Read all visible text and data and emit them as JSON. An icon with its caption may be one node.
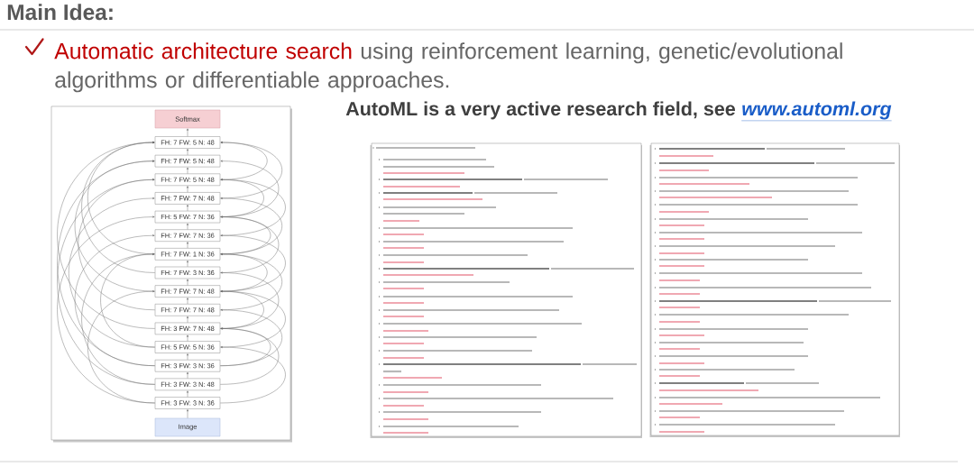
{
  "diagram": {
    "title": "Main Idea:",
    "nodes": [
      {
        "text": [
          "Softmax"
        ]
      },
      {
        "text": [
          "FH: 7 FW: 5 N: 48"
        ]
      },
      {
        "text": [
          "FH: 7 FW: 5 N: 48"
        ]
      },
      {
        "text": [
          "FH: 7 FW: 5 N: 48"
        ]
      },
      {
        "text": [
          "FH: 7 FW: 7 N: 48"
        ]
      },
      {
        "text": [
          "FH: 5 FW: 7 N: 36"
        ]
      },
      {
        "text": [
          "FH: 7 FW: 7 N: 36"
        ]
      },
      {
        "text": [
          "FH: 7 FW: 1 N: 36"
        ]
      },
      {
        "text": [
          "FH: 7 FW: 3 N: 36"
        ]
      },
      {
        "text": [
          "FH: 7 FW: 7 N: 48"
        ]
      },
      {
        "text": [
          "FH: 7 FW: 7 N: 48"
        ]
      },
      {
        "text": [
          "FH: 3 FW: 7 N: 48"
        ]
      },
      {
        "text": [
          "FH: 5 FW: 5 N: 36"
        ]
      },
      {
        "text": [
          "FH: 3 FW: 3 N: 36"
        ]
      },
      {
        "text": [
          "FH: 3 FW: 3 N: 48"
        ]
      },
      {
        "text": [
          "FH: 3 FW: 3 N: 36"
        ]
      },
      {
        "text": [
          "Image"
        ]
      }
    ],
    "edges": [
      {
        "from": 16,
        "to": 15,
        "arrow": "to"
      },
      {
        "from": 15,
        "to": 14,
        "arrow": "to"
      },
      {
        "from": 14,
        "to": 13,
        "arrow": "to"
      },
      {
        "from": 13,
        "to": 12,
        "arrow": "to"
      },
      {
        "from": 12,
        "to": 11,
        "arrow": "to"
      },
      {
        "from": 11,
        "to": 10,
        "arrow": "to"
      },
      {
        "from": 10,
        "to": 9,
        "arrow": "to"
      },
      {
        "from": 9,
        "to": 8,
        "arrow": "to"
      },
      {
        "from": 8,
        "to": 7,
        "arrow": "to"
      },
      {
        "from": 7,
        "to": 6,
        "arrow": "to"
      },
      {
        "from": 6,
        "to": 5,
        "arrow": "to"
      },
      {
        "from": 5,
        "to": 4,
        "arrow": "to"
      },
      {
        "from": 4,
        "to": 3,
        "arrow": "to"
      },
      {
        "from": 3,
        "to": 2,
        "arrow": "to"
      },
      {
        "from": 2,
        "to": 1,
        "arrow": "to"
      },
      {
        "from": 1,
        "to": 0,
        "arrow": "to"
      },
      {
        "from": 15,
        "to": 9,
        "arrow": "to"
      },
      {
        "from": 15,
        "to": 5,
        "arrow": "to"
      },
      {
        "from": 14,
        "to": 7,
        "arrow": "to"
      },
      {
        "from": 14,
        "to": 3,
        "arrow": "to"
      },
      {
        "from": 13,
        "to": 6,
        "arrow": "to"
      },
      {
        "from": 13,
        "to": 2,
        "arrow": "to"
      },
      {
        "from": 12,
        "to": 4,
        "arrow": "to"
      },
      {
        "from": 11,
        "to": 1,
        "arrow": "to"
      },
      {
        "from": 12,
        "to": 7,
        "arrow": "to"
      },
      {
        "from": 10,
        "to": 3,
        "arrow": "to"
      },
      {
        "from": 9,
        "to": 2,
        "arrow": "to"
      },
      {
        "from": 8,
        "to": 1,
        "arrow": "to"
      },
      {
        "from": 7,
        "to": 1,
        "arrow": "to"
      },
      {
        "from": 15,
        "to": 12,
        "arrow": "to"
      },
      {
        "from": 14,
        "to": 11,
        "arrow": "to"
      },
      {
        "from": 13,
        "to": 10,
        "arrow": "to"
      },
      {
        "from": 12,
        "to": 9,
        "arrow": "to"
      },
      {
        "from": 11,
        "to": 8,
        "arrow": "to"
      },
      {
        "from": 10,
        "to": 7,
        "arrow": "to"
      },
      {
        "from": 9,
        "to": 6,
        "arrow": "to"
      },
      {
        "from": 8,
        "to": 5,
        "arrow": "to"
      },
      {
        "from": 7,
        "to": 4,
        "arrow": "to"
      },
      {
        "from": 6,
        "to": 3,
        "arrow": "to"
      },
      {
        "from": 5,
        "to": 2,
        "arrow": "to"
      },
      {
        "from": 4,
        "to": 1,
        "arrow": "to"
      },
      {
        "from": 13,
        "to": 11,
        "arrow": "to"
      },
      {
        "from": 11,
        "to": 9,
        "arrow": "to"
      },
      {
        "from": 9,
        "to": 7,
        "arrow": "to"
      },
      {
        "from": 7,
        "to": 5,
        "arrow": "to"
      },
      {
        "from": 5,
        "to": 3,
        "arrow": "to"
      },
      {
        "from": 3,
        "to": 1,
        "arrow": "to"
      }
    ],
    "labels": [
      "Automatic architecture search",
      "using reinforcement learning, genetic/evolutional algorithms or differentiable approaches.",
      "AutoML is a very active research field, see",
      "www.automl.org"
    ]
  }
}
